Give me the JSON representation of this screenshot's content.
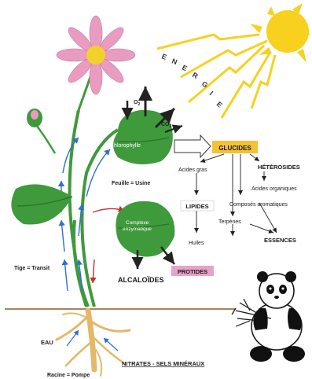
{
  "energy_letters": [
    "E",
    "N",
    "E",
    "R",
    "G",
    "I",
    "E"
  ],
  "leaf_top": {
    "o2": "O",
    "o2_sub": "2",
    "co2": "CO",
    "co2_sub": "2",
    "chlorophylle": "Chlorophylle"
  },
  "glucides": "GLUCIDES",
  "heterosides": "HÉTÉROSIDES",
  "acides_gras": "Acides gras",
  "acides_organiques": "Acides organiques",
  "feuille": "Feuille = Usine",
  "lipides": "LIPIDES",
  "composes_aromatiques": "Composés aromatiques",
  "complexe_line1": "Complexe",
  "complexe_line2": "enzymatique",
  "terpenes": "Terpènes",
  "huiles": "Huiles",
  "essences": "ESSENCES",
  "tige": "Tige = Transit",
  "alcaloides": "ALCALOÏDES",
  "protides": "PROTIDES",
  "eau": "EAU",
  "nitrates": "NITRATES - SELS MINÉRAUX",
  "racine": "Racine = Pompe",
  "colors": {
    "sun": "#f7d11e",
    "leaf": "#3f9a3c",
    "leaf_dark": "#2d6f2a",
    "glucides_box": "#f3c234",
    "protides_box": "#e7a3c7",
    "petal": "#e99bc0",
    "flower_center": "#f2d12b",
    "root": "#e4b869"
  }
}
